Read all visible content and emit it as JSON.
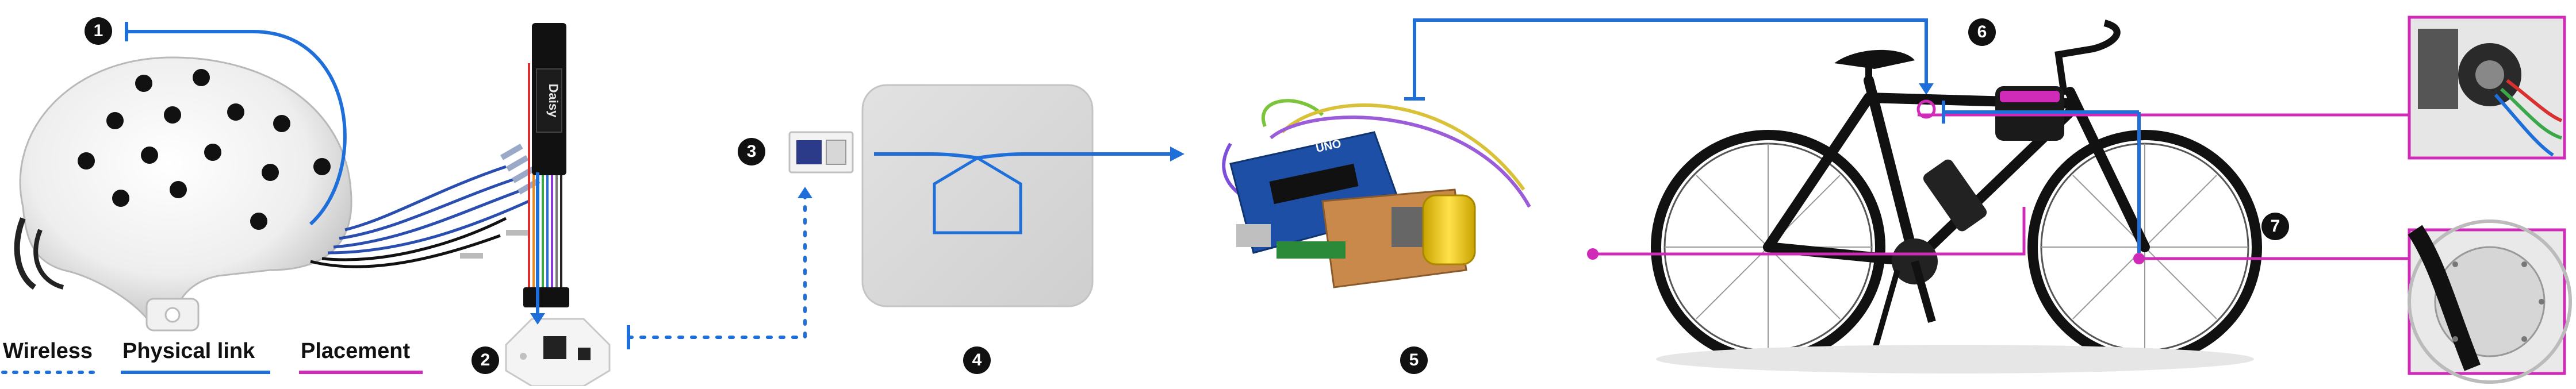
{
  "legend": {
    "wireless": "Wireless",
    "physical": "Physical link",
    "placement": "Placement"
  },
  "steps": [
    "1",
    "2",
    "3",
    "4",
    "5",
    "6",
    "7"
  ],
  "device_label": "Daisy",
  "board_label": "UNO",
  "colors": {
    "link_blue": "#1e6fd9",
    "placement_magenta": "#d02bb8",
    "step_badge": "#111111",
    "platform_gray": "#d6d6d6"
  },
  "icons": {
    "eeg_cap": "eeg-cap-icon",
    "amplifier": "amplifier-board-icon",
    "dongle": "usb-dongle-icon",
    "computer": "mini-computer-icon",
    "controller": "arduino-motor-controller-icon",
    "bike": "bicycle-icon",
    "motor_top": "motor-closeup-icon",
    "motor_hub": "hub-motor-closeup-icon"
  }
}
